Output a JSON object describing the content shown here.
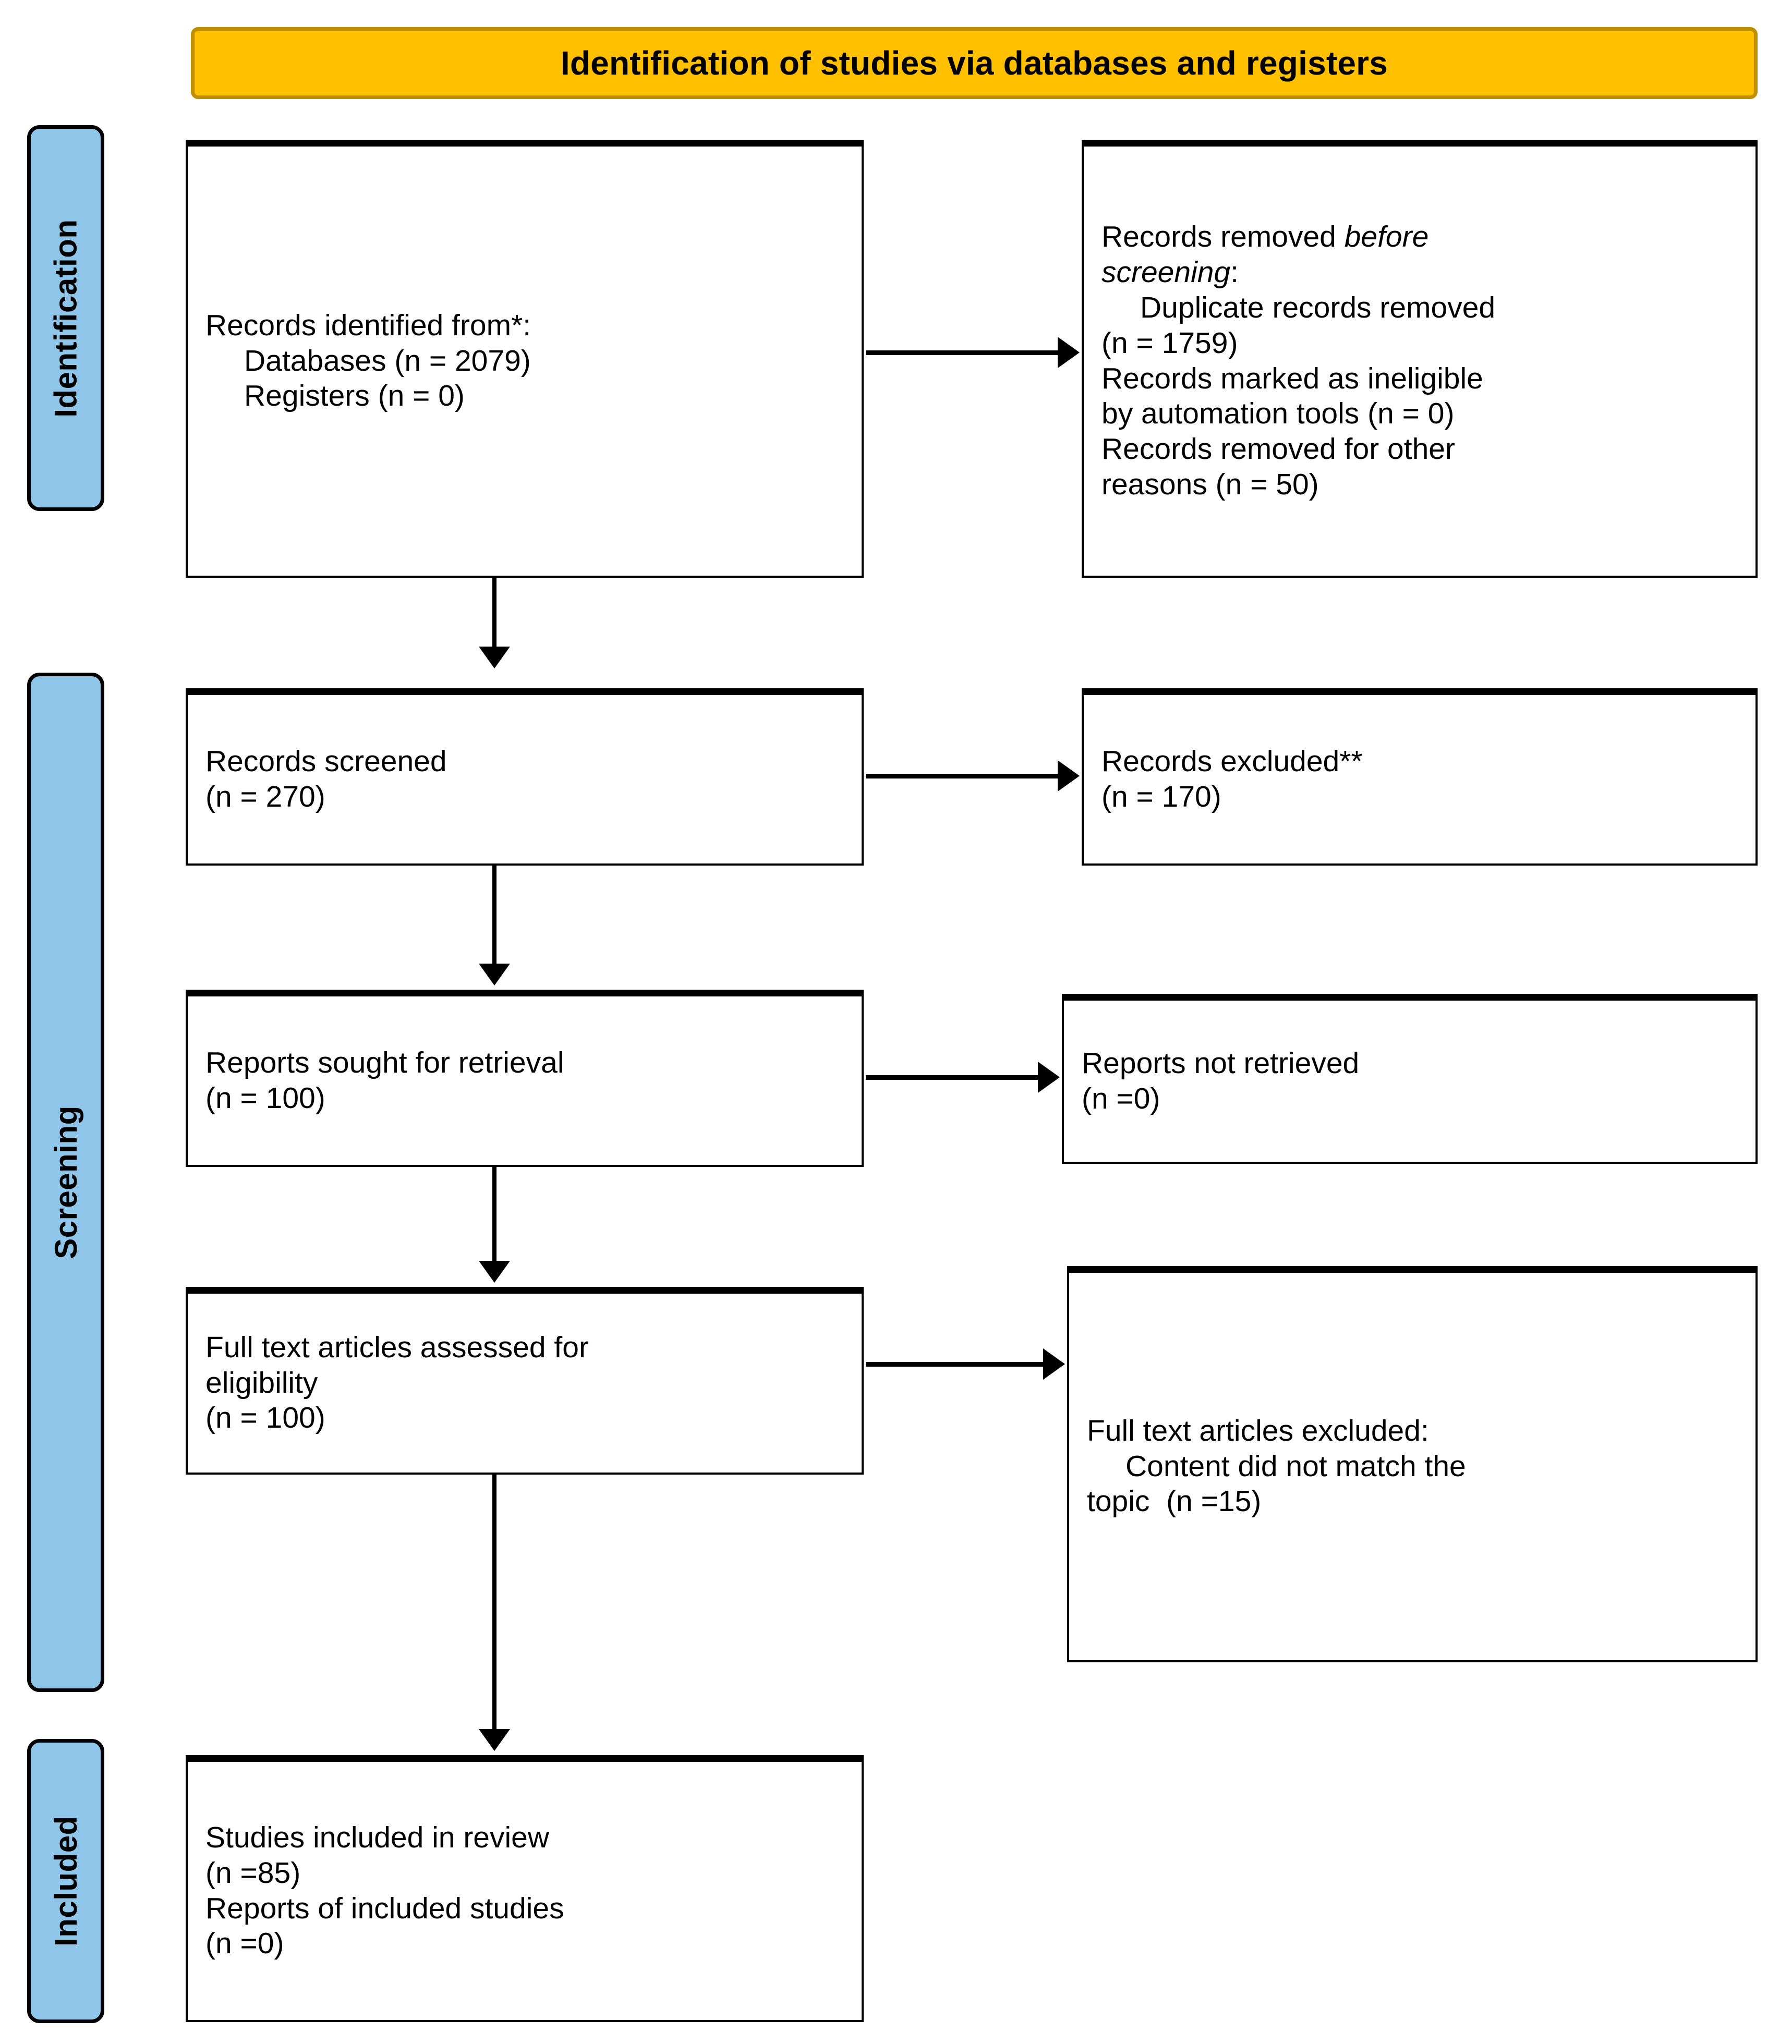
{
  "banner": {
    "title": "Identification of studies via databases and registers"
  },
  "stages": [
    {
      "id": "identification",
      "label": "Identification"
    },
    {
      "id": "screening",
      "label": "Screening"
    },
    {
      "id": "included",
      "label": "Included"
    }
  ],
  "boxes": {
    "records_identified": {
      "lines": [
        {
          "text": "Records identified from*:",
          "indent": false,
          "italic": false
        },
        {
          "text": "Databases (n = 2079)",
          "indent": true,
          "italic": false
        },
        {
          "text": "Registers (n = 0)",
          "indent": true,
          "italic": false
        }
      ]
    },
    "records_removed": {
      "lines": [
        {
          "text": "Records removed ",
          "indent": false,
          "italic": false,
          "suffix_italic": "before"
        },
        {
          "text": "screening",
          "indent": false,
          "italic": true,
          "suffix": ":"
        },
        {
          "text": "Duplicate records removed",
          "indent": true,
          "italic": false
        },
        {
          "text": "(n = 1759)",
          "indent": true,
          "italic": false
        },
        {
          "text": "Records marked as ineligible",
          "indent": true,
          "italic": false
        },
        {
          "text": "by automation tools (n = 0)",
          "indent": true,
          "italic": false
        },
        {
          "text": "Records removed for other",
          "indent": true,
          "italic": false
        },
        {
          "text": "reasons (n = 50)",
          "indent": true,
          "italic": false
        }
      ]
    },
    "records_screened": {
      "lines": [
        {
          "text": "Records screened",
          "indent": false,
          "italic": false
        },
        {
          "text": "(n = 270)",
          "indent": false,
          "italic": false
        }
      ]
    },
    "records_excluded": {
      "lines": [
        {
          "text": "Records excluded**",
          "indent": false,
          "italic": false
        },
        {
          "text": "(n = 170)",
          "indent": false,
          "italic": false
        }
      ]
    },
    "reports_sought": {
      "lines": [
        {
          "text": "Reports sought for retrieval",
          "indent": false,
          "italic": false
        },
        {
          "text": "(n = 100)",
          "indent": false,
          "italic": false
        }
      ]
    },
    "reports_not_retrieved": {
      "lines": [
        {
          "text": "Reports not retrieved",
          "indent": false,
          "italic": false
        },
        {
          "text": "(n =0)",
          "indent": false,
          "italic": false
        }
      ]
    },
    "fulltext_assessed": {
      "lines": [
        {
          "text": "Full text articles assessed for",
          "indent": false,
          "italic": false
        },
        {
          "text": "eligibility",
          "indent": false,
          "italic": false
        },
        {
          "text": "(n = 100)",
          "indent": false,
          "italic": false
        }
      ]
    },
    "fulltext_excluded": {
      "lines": [
        {
          "text": "Full text articles excluded:",
          "indent": false,
          "italic": false
        },
        {
          "text": "Content did not match the",
          "indent": true,
          "italic": false
        },
        {
          "text": "topic  (n =15)",
          "indent": true,
          "italic": false
        }
      ]
    },
    "studies_included": {
      "lines": [
        {
          "text": "Studies included in review",
          "indent": false,
          "italic": false
        },
        {
          "text": "(n =85)",
          "indent": false,
          "italic": false
        },
        {
          "text": "Reports of included studies",
          "indent": false,
          "italic": false
        },
        {
          "text": "(n =0)",
          "indent": false,
          "italic": false
        }
      ]
    }
  },
  "text": {
    "records_identified_l1": "Records identified from*:",
    "records_identified_l2": "Databases (n = 2079)",
    "records_identified_l3": "Registers (n = 0)",
    "records_removed_l1a": "Records removed ",
    "records_removed_l1b": "before",
    "records_removed_l2a": "screening",
    "records_removed_l2b": ":",
    "records_removed_l3": "Duplicate records removed",
    "records_removed_l4": "(n = 1759)",
    "records_removed_l5": "Records marked as ineligible",
    "records_removed_l6": "by automation tools (n = 0)",
    "records_removed_l7": "Records removed for other",
    "records_removed_l8": "reasons (n = 50)",
    "records_screened_l1": "Records screened",
    "records_screened_l2": "(n = 270)",
    "records_excluded_l1": "Records excluded**",
    "records_excluded_l2": "(n = 170)",
    "reports_sought_l1": "Reports sought for retrieval",
    "reports_sought_l2": "(n = 100)",
    "reports_not_retrieved_l1": "Reports not retrieved",
    "reports_not_retrieved_l2": "(n =0)",
    "fulltext_assessed_l1": "Full text articles assessed for",
    "fulltext_assessed_l2": "eligibility",
    "fulltext_assessed_l3": "(n = 100)",
    "fulltext_excluded_l1": "Full text articles excluded:",
    "fulltext_excluded_l2": "Content did not match the",
    "fulltext_excluded_l3": "topic  (n =15)",
    "studies_included_l1": "Studies included in review",
    "studies_included_l2": "(n =85)",
    "studies_included_l3": "Reports of included studies",
    "studies_included_l4": "(n =0)"
  },
  "colors": {
    "banner_fill": "#FFC000",
    "banner_border": "#BF8F00",
    "stage_fill": "#8FC5E8",
    "box_border": "#000000",
    "text": "#000000",
    "background": "#FFFFFF"
  }
}
